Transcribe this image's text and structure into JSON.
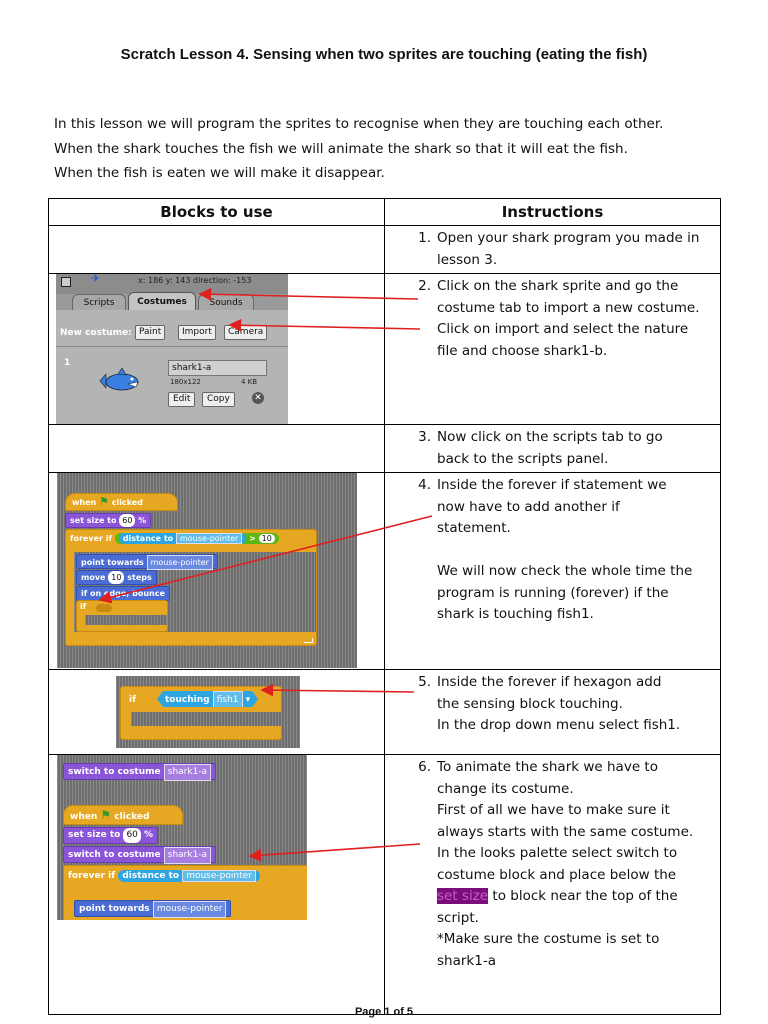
{
  "title": "Scratch Lesson 4. Sensing when two sprites are touching (eating the fish)",
  "intro": [
    "In this lesson we will program the sprites to recognise when they are touching each other.",
    "When the shark touches the fish we will animate the shark so that it will eat the fish.",
    "When the fish is eaten we will make it disappear."
  ],
  "table": {
    "headers": [
      "Blocks to use",
      "Instructions"
    ],
    "rows": [
      {
        "num": "1.",
        "lines": [
          "Open your shark program you made in",
          "lesson 3."
        ]
      },
      {
        "num": "2.",
        "lines": [
          "Click on the shark sprite and go the",
          "costume tab to import a new costume.",
          "Click on import and select the nature",
          "file and choose shark1-b."
        ]
      },
      {
        "num": "3.",
        "lines": [
          "Now click on the scripts tab to go",
          "back to the scripts panel."
        ]
      },
      {
        "num": "4.",
        "lines": [
          "Inside the forever if statement we",
          "now have to add another if",
          "statement.",
          "",
          "We will now check the whole time the",
          "program is running (forever) if the",
          "shark is touching fish1."
        ]
      },
      {
        "num": "5.",
        "lines": [
          "Inside the forever if hexagon add",
          "the sensing block touching.",
          "In the drop down menu select fish1."
        ]
      },
      {
        "num": "6.",
        "lines": [
          "To animate the shark we have to",
          "change its costume.",
          "First of all we have to make sure it",
          "always starts with the same costume.",
          "In the looks palette select switch to",
          "costume block and place below the"
        ],
        "highlight": "set size",
        "after_highlight": " to block near the top of the",
        "tail": [
          "script.",
          "*Make sure the costume is set to",
          "shark1-a"
        ]
      }
    ]
  },
  "costume_panel": {
    "sprite_info": "x: 186  y: 143  direction: -153",
    "tabs": [
      "Scripts",
      "Costumes",
      "Sounds"
    ],
    "new_costume_label": "New costume:",
    "buttons": [
      "Paint",
      "Import",
      "Camera"
    ],
    "costume_index": "1",
    "costume_name": "shark1-a",
    "costume_size": "180x122",
    "costume_kb": "4 KB",
    "edit": "Edit",
    "copy": "Copy"
  },
  "script1": {
    "hat": "when",
    "clicked": "clicked",
    "set_size": "set size to",
    "size_val": "60",
    "pct": "%",
    "forever_if": "forever if",
    "distance_to": "distance to",
    "mouse_pointer": "mouse-pointer",
    "gt": ">",
    "gt_val": "10",
    "point_towards": "point towards",
    "move": "move",
    "move_val": "10",
    "steps": "steps",
    "bounce": "if on edge, bounce",
    "if": "if"
  },
  "script2": {
    "if": "if",
    "touching": "touching",
    "fish": "fish1"
  },
  "script3": {
    "switch": "switch to costume",
    "costume": "shark1-a",
    "hat": "when",
    "clicked": "clicked",
    "set_size": "set size to",
    "size_val": "60",
    "pct": "%",
    "forever_if": "forever if",
    "distance_to": "distance to",
    "mouse_pointer": "mouse-pointer",
    "point_towards": "point towards"
  },
  "footer": "Page 1 of 5",
  "colors": {
    "arrow": "#e02020",
    "highlight_bg": "#7b0d7d",
    "control": "#e6a822",
    "motion": "#4a6cd4",
    "looks": "#8a55d7",
    "sensing": "#2ca5e2"
  }
}
